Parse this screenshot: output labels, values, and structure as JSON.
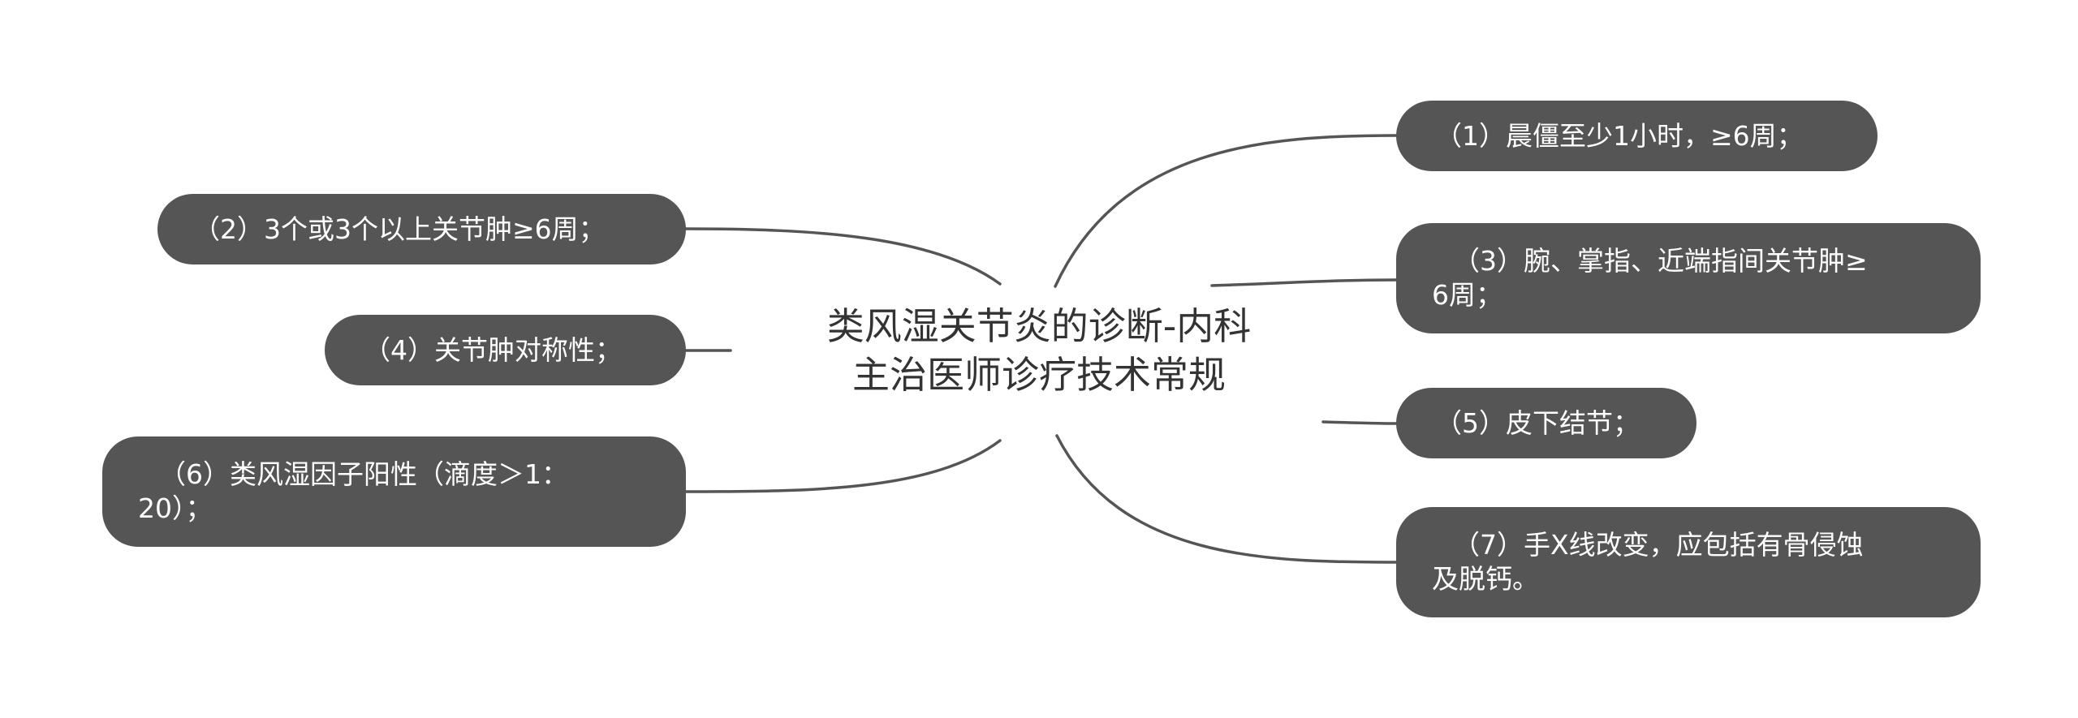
{
  "root": {
    "line1": "类风湿关节炎的诊断-内科",
    "line2": "主治医师诊疗技术常规"
  },
  "branches": {
    "c1": "（1）晨僵至少1小时，≥6周；",
    "c2": "（2）3个或3个以上关节肿≥6周；",
    "c3_line1": "（3）腕、掌指、近端指间关节肿≥",
    "c3_line2": "6周；",
    "c4": "（4）关节肿对称性；",
    "c5": "（5）皮下结节；",
    "c6_line1": "（6）类风湿因子阳性（滴度＞1：",
    "c6_line2": "20）；",
    "c7_line1": "（7）手X线改变，应包括有骨侵蚀",
    "c7_line2": "及脱钙。"
  },
  "colors": {
    "node_fill": "#555555",
    "node_text": "#ffffff",
    "connector": "#555555",
    "root_text": "#333333",
    "background": "#ffffff"
  }
}
